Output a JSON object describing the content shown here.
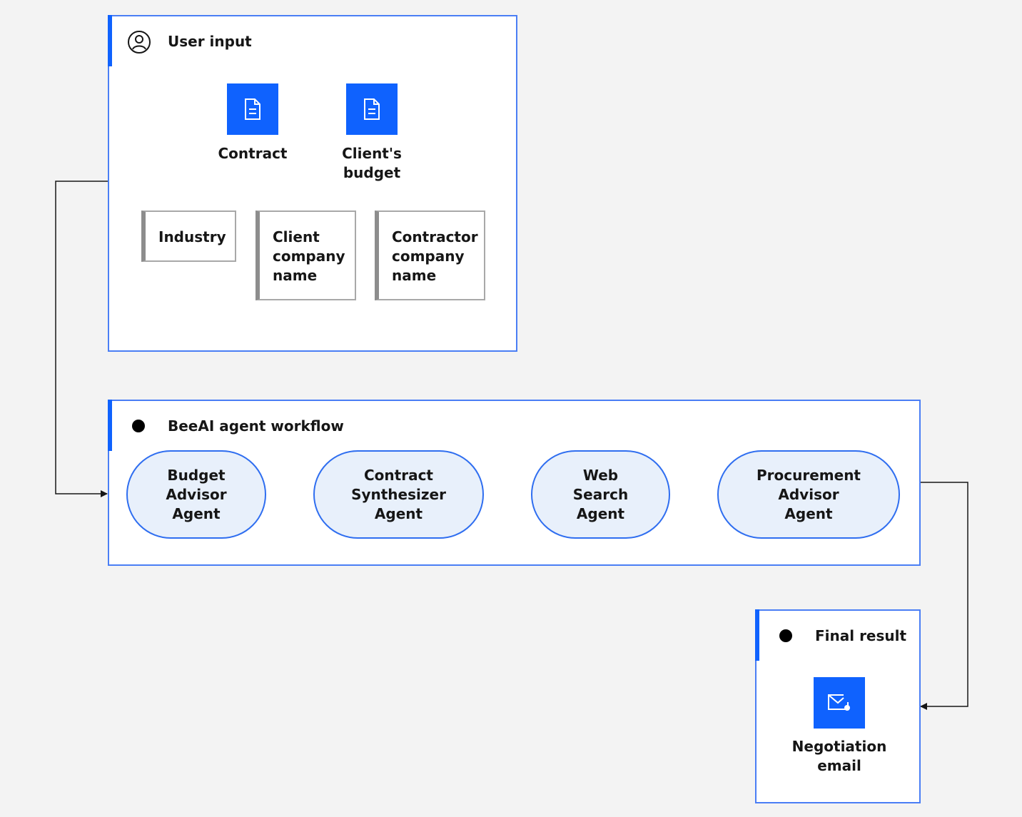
{
  "user_input": {
    "title": "User input",
    "documents": [
      {
        "label": "Contract",
        "icon": "document-icon"
      },
      {
        "label": "Client's\nbudget",
        "icon": "document-icon"
      }
    ],
    "fields": [
      "Industry",
      "Client\ncompany\nname",
      "Contractor\ncompany\nname"
    ]
  },
  "workflow": {
    "title": "BeeAI agent workflow",
    "agents": [
      "Budget\nAdvisor\nAgent",
      "Contract\nSynthesizer\nAgent",
      "Web\nSearch\nAgent",
      "Procurement\nAdvisor\nAgent"
    ]
  },
  "final_result": {
    "title": "Final result",
    "output": {
      "label": "Negotiation\nemail",
      "icon": "email-icon"
    }
  },
  "colors": {
    "accent": "#0f62fe",
    "panel_border": "#4a7ef5",
    "agent_fill": "#e8f0fb",
    "background": "#f3f3f3"
  }
}
